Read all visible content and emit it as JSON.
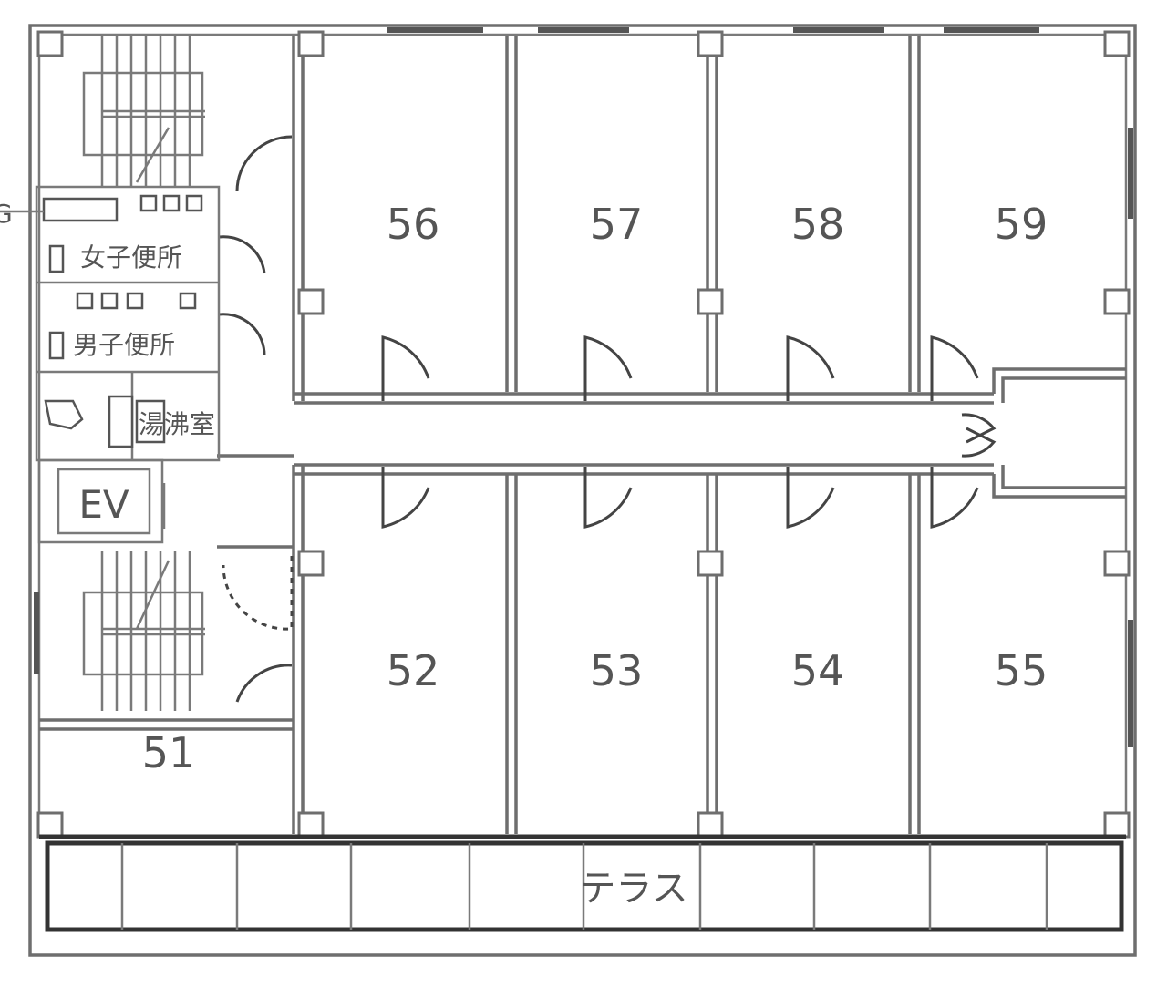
{
  "plan": {
    "rooms": {
      "r51": "51",
      "r52": "52",
      "r53": "53",
      "r54": "54",
      "r55": "55",
      "r56": "56",
      "r57": "57",
      "r58": "58",
      "r59": "59"
    },
    "facilities": {
      "womens_restroom": "女子便所",
      "mens_restroom": "男子便所",
      "janitor_room": "湯沸室",
      "elevator": "EV",
      "terrace": "テラス"
    },
    "edge_marker": "G"
  }
}
